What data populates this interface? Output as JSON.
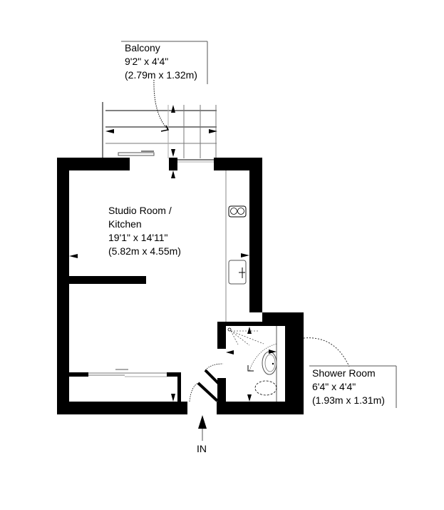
{
  "rooms": {
    "balcony": {
      "name": "Balcony",
      "imperial": "9'2\" x 4'4\"",
      "metric": "(2.79m x 1.32m)"
    },
    "studio": {
      "name_line1": "Studio Room /",
      "name_line2": "Kitchen",
      "imperial": "19'1\" x 14'11\"",
      "metric": "(5.82m x 4.55m)"
    },
    "shower": {
      "name": "Shower Room",
      "imperial": "6'4\" x 4'4\"",
      "metric": "(1.93m x 1.31m)"
    }
  },
  "entrance": {
    "label": "IN"
  },
  "colors": {
    "wall": "#000000",
    "fixture_line": "#555555",
    "background": "#ffffff"
  }
}
